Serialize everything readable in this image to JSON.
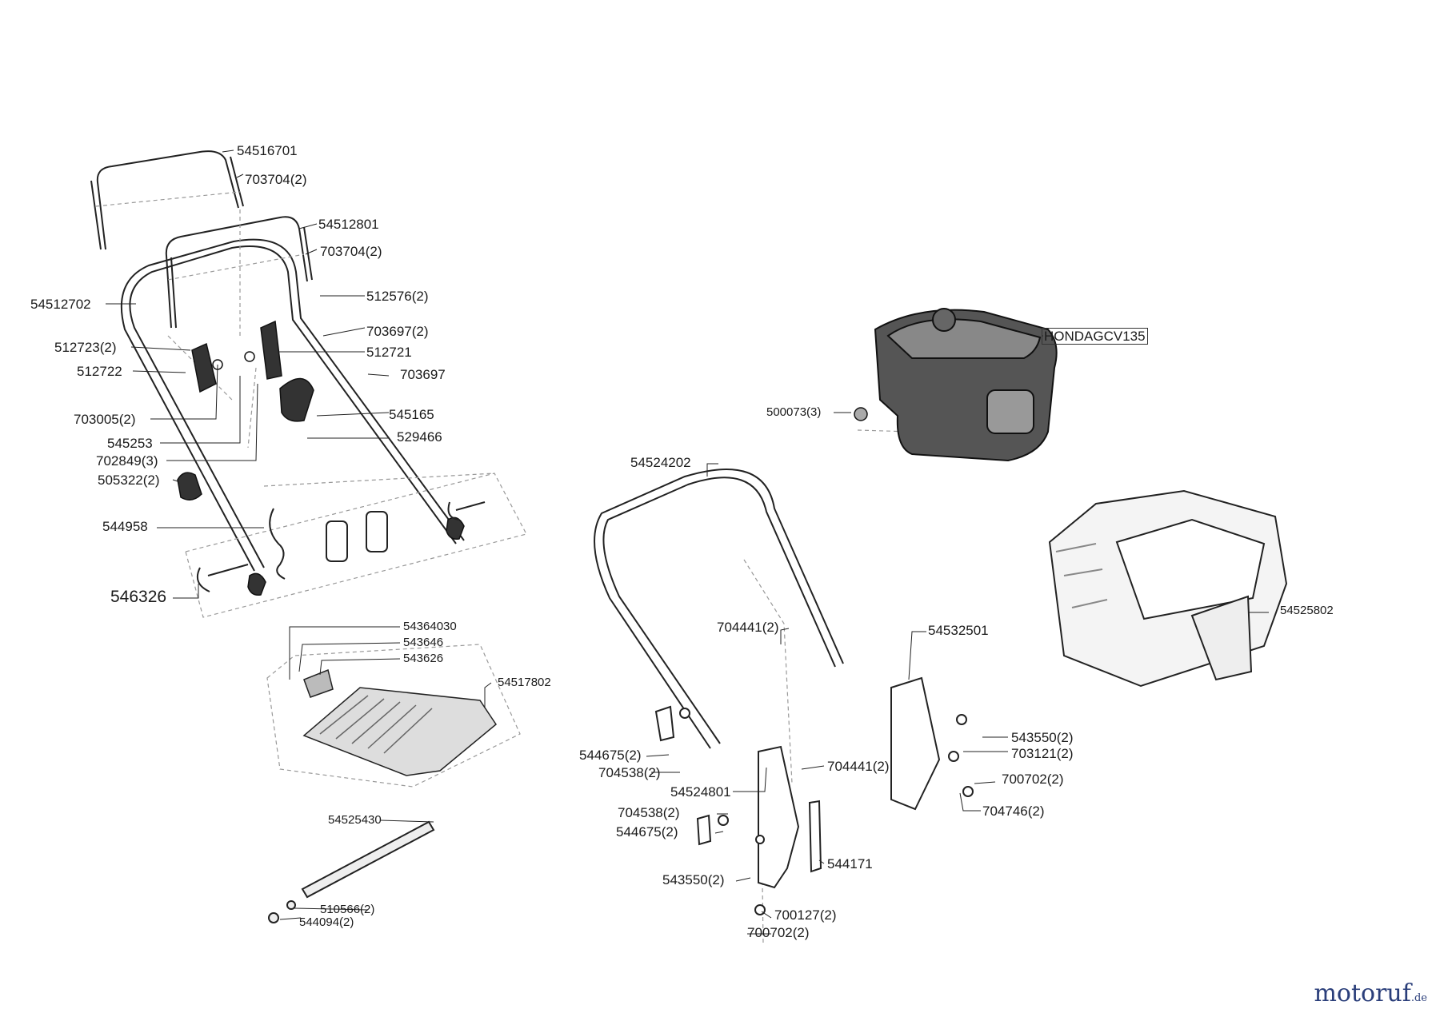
{
  "watermark": {
    "logo_text": "motoruf",
    "logo_tld": ".de",
    "colors": {
      "blue": "#2a3e7a",
      "orange": "#d97a1a"
    }
  },
  "labels": {
    "p54516701": "54516701",
    "p703704a": "703704(2)",
    "p54512801": "54512801",
    "p703704b": "703704(2)",
    "p54512702": "54512702",
    "p512576": "512576(2)",
    "p703697_2": "703697(2)",
    "p512723": "512723(2)",
    "p512721": "512721",
    "p512722": "512722",
    "p703697": "703697",
    "p545165": "545165",
    "p703005": "703005(2)",
    "p529466": "529466",
    "p545253": "545253",
    "p702849": "702849(3)",
    "p505322": "505322(2)",
    "p544958": "544958",
    "p546326": "546326",
    "p54364030": "54364030",
    "p543646": "543646",
    "p543626": "543626",
    "p54517802": "54517802",
    "p54525430": "54525430",
    "p510566": "510566(2)",
    "p544094": "544094(2)",
    "honda": "HONDAGCV135",
    "p500073": "500073(3)",
    "p54524202": "54524202",
    "p54525802": "54525802",
    "p704441a": "704441(2)",
    "p54532501": "54532501",
    "p543550a": "543550(2)",
    "p703121": "703121(2)",
    "p544675a": "544675(2)",
    "p704538a": "704538(2)",
    "p704441b": "704441(2)",
    "p700702a": "700702(2)",
    "p54524801": "54524801",
    "p704746": "704746(2)",
    "p704538b": "704538(2)",
    "p544675b": "544675(2)",
    "p544171": "544171",
    "p543550b": "543550(2)",
    "p700127": "700127(2)",
    "p700702b": "700702(2)"
  }
}
